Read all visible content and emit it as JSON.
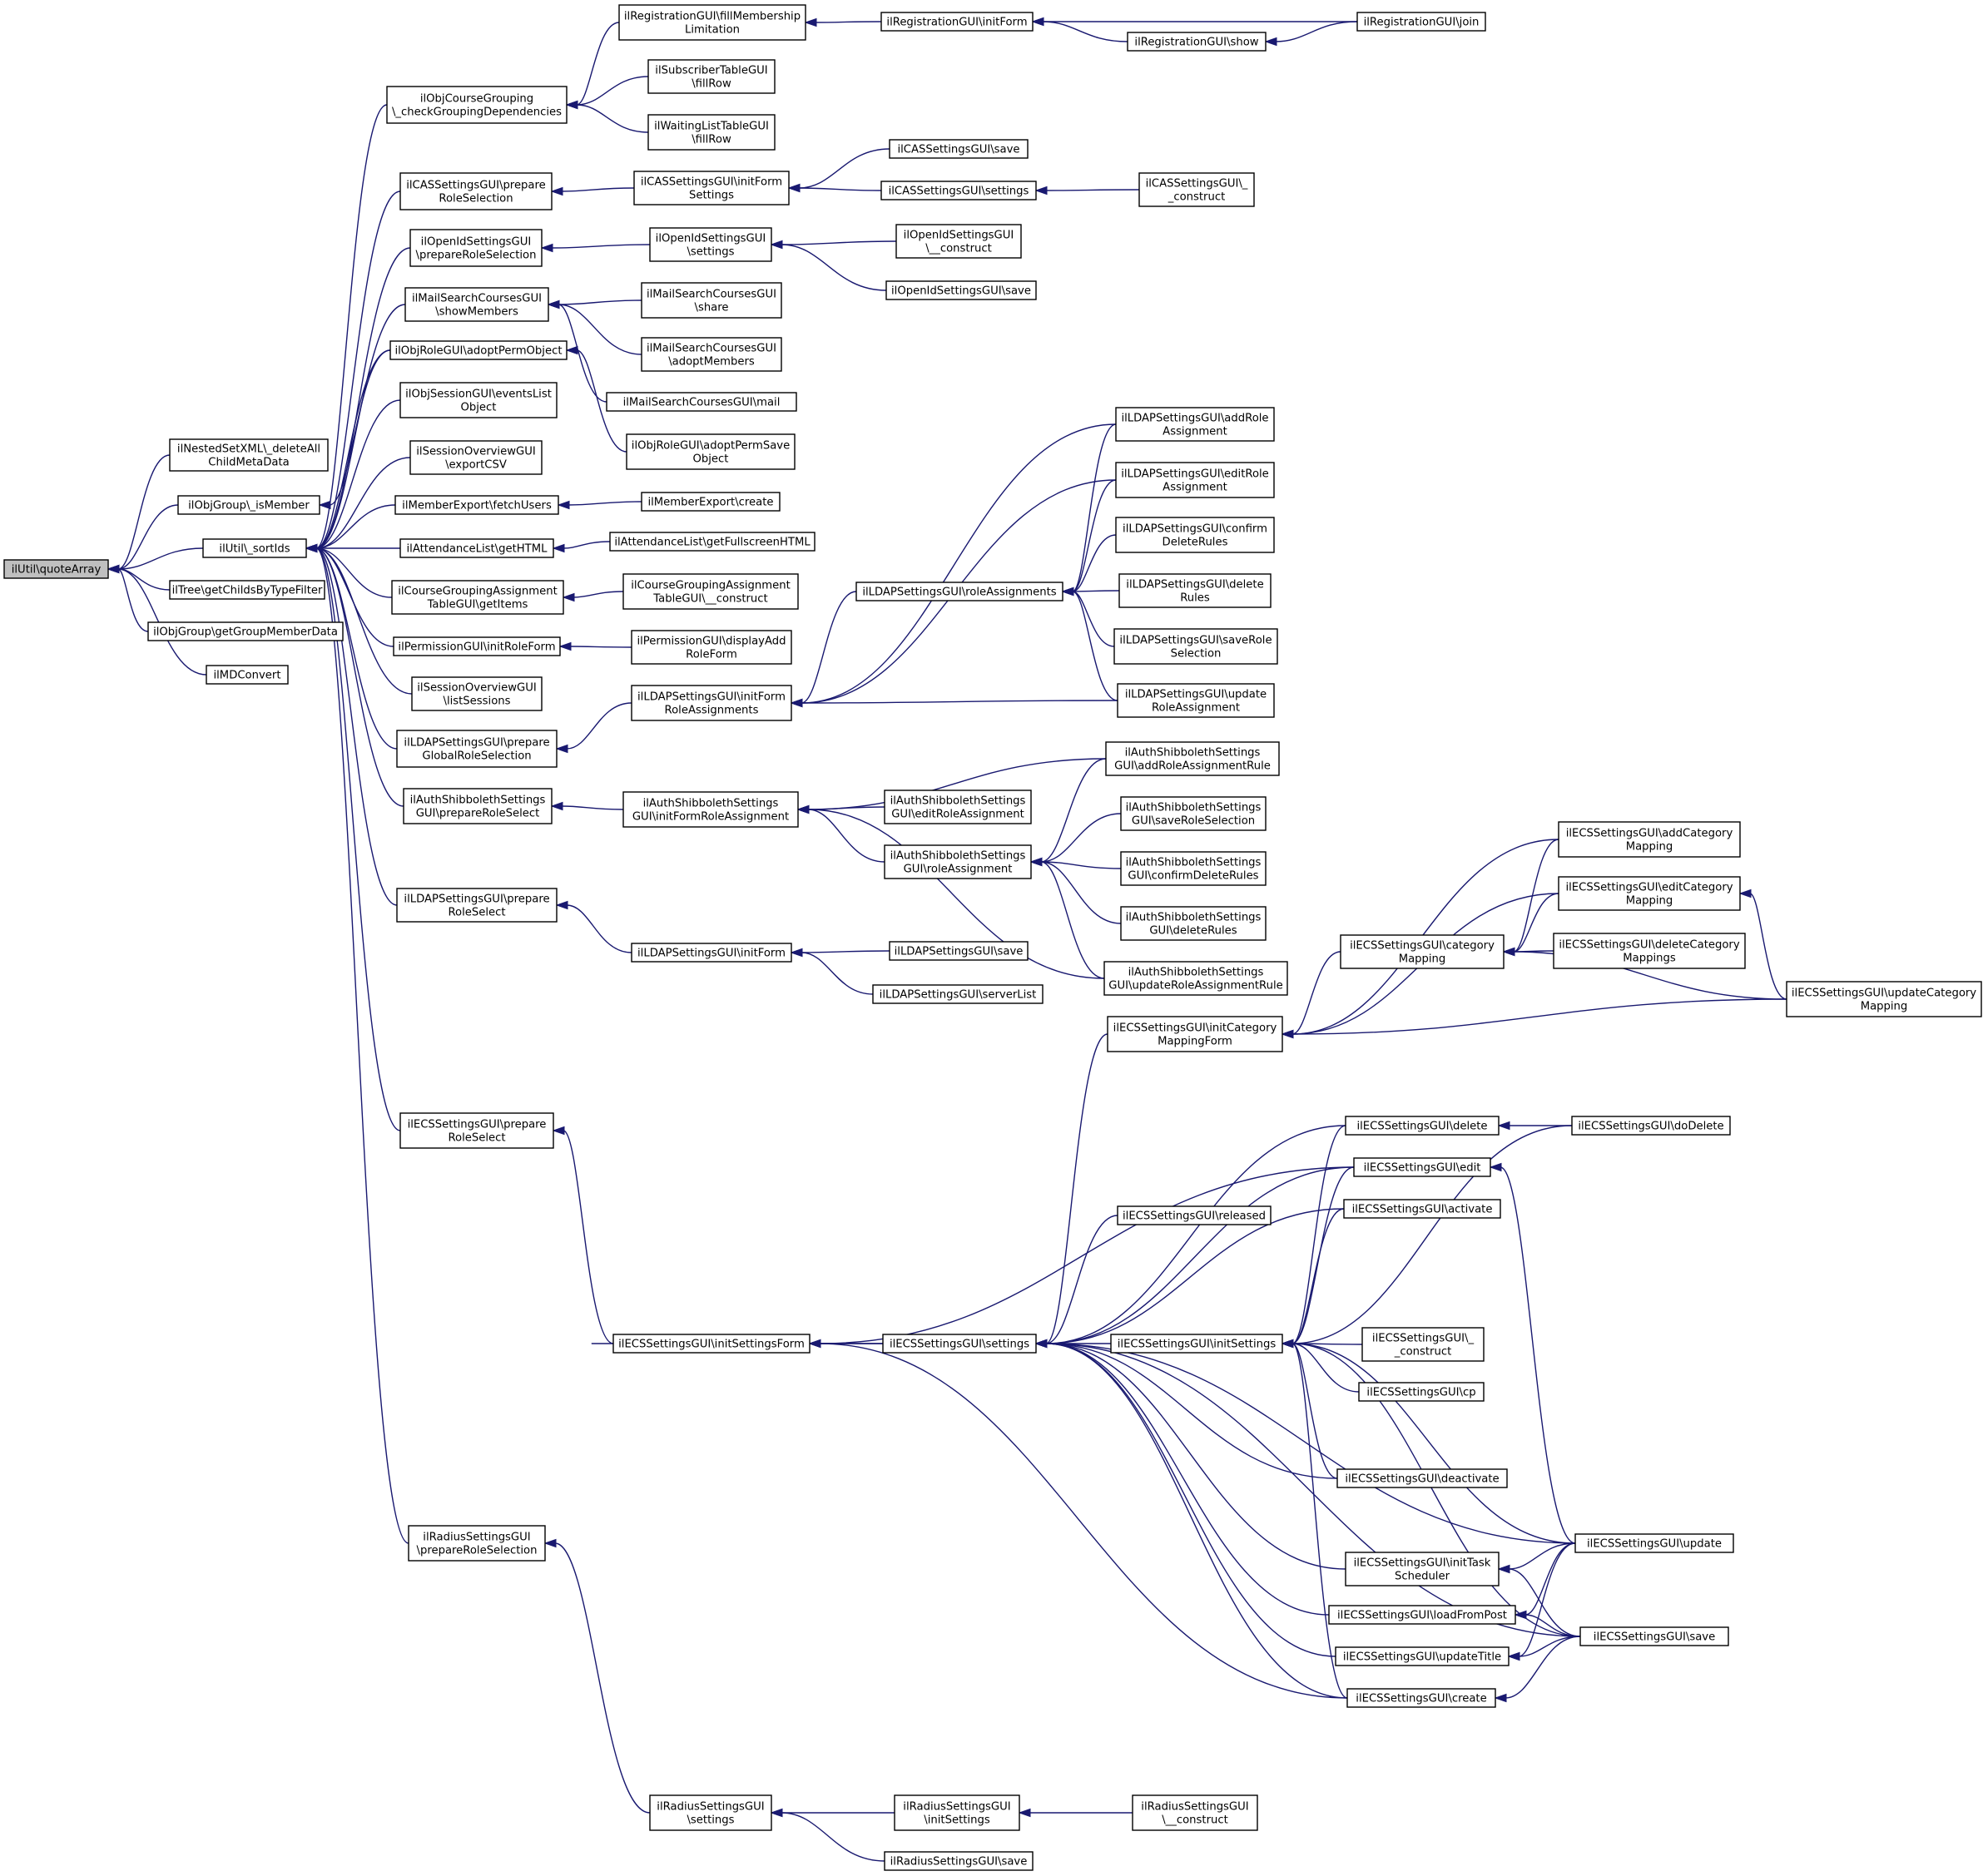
{
  "root": "n0",
  "nodes": {
    "n0": {
      "label": [
        "ilUtil\\quoteArray"
      ],
      "root": true
    },
    "n1": {
      "label": [
        "ilNestedSetXML\\_deleteAll",
        "ChildMetaData"
      ]
    },
    "n2": {
      "label": [
        "ilObjGroup\\_isMember"
      ]
    },
    "n3": {
      "label": [
        "ilUtil\\_sortIds"
      ]
    },
    "n4": {
      "label": [
        "ilTree\\getChildsByTypeFilter"
      ]
    },
    "n5": {
      "label": [
        "ilObjGroup\\getGroupMemberData"
      ]
    },
    "n6": {
      "label": [
        "ilMDConvert"
      ]
    },
    "n7": {
      "label": [
        "ilObjCourseGrouping",
        "\\_checkGroupingDependencies"
      ]
    },
    "n8": {
      "label": [
        "ilCASSettingsGUI\\prepare",
        "RoleSelection"
      ]
    },
    "n9": {
      "label": [
        "ilOpenIdSettingsGUI",
        "\\prepareRoleSelection"
      ]
    },
    "n10": {
      "label": [
        "ilMailSearchCoursesGUI",
        "\\showMembers"
      ]
    },
    "n11": {
      "label": [
        "ilObjRoleGUI\\adoptPermObject"
      ]
    },
    "n12": {
      "label": [
        "ilObjSessionGUI\\eventsList",
        "Object"
      ]
    },
    "n13": {
      "label": [
        "ilSessionOverviewGUI",
        "\\exportCSV"
      ]
    },
    "n14": {
      "label": [
        "ilMemberExport\\fetchUsers"
      ]
    },
    "n15": {
      "label": [
        "ilAttendanceList\\getHTML"
      ]
    },
    "n16": {
      "label": [
        "ilCourseGroupingAssignment",
        "TableGUI\\getItems"
      ]
    },
    "n17": {
      "label": [
        "ilPermissionGUI\\initRoleForm"
      ]
    },
    "n18": {
      "label": [
        "ilSessionOverviewGUI",
        "\\listSessions"
      ]
    },
    "n19": {
      "label": [
        "ilLDAPSettingsGUI\\prepare",
        "GlobalRoleSelection"
      ]
    },
    "n20": {
      "label": [
        "ilAuthShibbolethSettings",
        "GUI\\prepareRoleSelect"
      ]
    },
    "n21": {
      "label": [
        "ilLDAPSettingsGUI\\prepare",
        "RoleSelect"
      ]
    },
    "n22": {
      "label": [
        "ilECSSettingsGUI\\prepare",
        "RoleSelect"
      ]
    },
    "n23": {
      "label": [
        "ilRadiusSettingsGUI",
        "\\prepareRoleSelection"
      ]
    },
    "n24": {
      "label": [
        "ilRegistrationGUI\\fillMembership",
        "Limitation"
      ]
    },
    "n25": {
      "label": [
        "ilSubscriberTableGUI",
        "\\fillRow"
      ]
    },
    "n26": {
      "label": [
        "ilWaitingListTableGUI",
        "\\fillRow"
      ]
    },
    "n27": {
      "label": [
        "ilRegistrationGUI\\initForm"
      ]
    },
    "n28": {
      "label": [
        "ilRegistrationGUI\\show"
      ]
    },
    "n29": {
      "label": [
        "ilRegistrationGUI\\join"
      ]
    },
    "n30": {
      "label": [
        "ilCASSettingsGUI\\initForm",
        "Settings"
      ]
    },
    "n31": {
      "label": [
        "ilCASSettingsGUI\\save"
      ]
    },
    "n32": {
      "label": [
        "ilCASSettingsGUI\\settings"
      ]
    },
    "n33": {
      "label": [
        "ilCASSettingsGUI\\_",
        "_construct"
      ]
    },
    "n34": {
      "label": [
        "ilOpenIdSettingsGUI",
        "\\settings"
      ]
    },
    "n35": {
      "label": [
        "ilOpenIdSettingsGUI",
        "\\__construct"
      ]
    },
    "n36": {
      "label": [
        "ilOpenIdSettingsGUI\\save"
      ]
    },
    "n37": {
      "label": [
        "ilMailSearchCoursesGUI",
        "\\share"
      ]
    },
    "n38": {
      "label": [
        "ilMailSearchCoursesGUI",
        "\\adoptMembers"
      ]
    },
    "n39": {
      "label": [
        "ilMailSearchCoursesGUI\\mail"
      ]
    },
    "n40": {
      "label": [
        "ilObjRoleGUI\\adoptPermSave",
        "Object"
      ]
    },
    "n41": {
      "label": [
        "ilMemberExport\\create"
      ]
    },
    "n42": {
      "label": [
        "ilAttendanceList\\getFullscreenHTML"
      ]
    },
    "n43": {
      "label": [
        "ilCourseGroupingAssignment",
        "TableGUI\\__construct"
      ]
    },
    "n44": {
      "label": [
        "ilPermissionGUI\\displayAdd",
        "RoleForm"
      ]
    },
    "n45": {
      "label": [
        "ilLDAPSettingsGUI\\initForm",
        "RoleAssignments"
      ]
    },
    "n46": {
      "label": [
        "ilLDAPSettingsGUI\\roleAssignments"
      ]
    },
    "n47": {
      "label": [
        "ilLDAPSettingsGUI\\addRole",
        "Assignment"
      ]
    },
    "n48": {
      "label": [
        "ilLDAPSettingsGUI\\editRole",
        "Assignment"
      ]
    },
    "n49": {
      "label": [
        "ilLDAPSettingsGUI\\confirm",
        "DeleteRules"
      ]
    },
    "n50": {
      "label": [
        "ilLDAPSettingsGUI\\delete",
        "Rules"
      ]
    },
    "n51": {
      "label": [
        "ilLDAPSettingsGUI\\saveRole",
        "Selection"
      ]
    },
    "n52": {
      "label": [
        "ilLDAPSettingsGUI\\update",
        "RoleAssignment"
      ]
    },
    "n53": {
      "label": [
        "ilAuthShibbolethSettings",
        "GUI\\initFormRoleAssignment"
      ]
    },
    "n54": {
      "label": [
        "ilAuthShibbolethSettings",
        "GUI\\editRoleAssignment"
      ]
    },
    "n55": {
      "label": [
        "ilAuthShibbolethSettings",
        "GUI\\roleAssignment"
      ]
    },
    "n56": {
      "label": [
        "ilAuthShibbolethSettings",
        "GUI\\addRoleAssignmentRule"
      ]
    },
    "n57": {
      "label": [
        "ilAuthShibbolethSettings",
        "GUI\\saveRoleSelection"
      ]
    },
    "n58": {
      "label": [
        "ilAuthShibbolethSettings",
        "GUI\\confirmDeleteRules"
      ]
    },
    "n59": {
      "label": [
        "ilAuthShibbolethSettings",
        "GUI\\deleteRules"
      ]
    },
    "n60": {
      "label": [
        "ilAuthShibbolethSettings",
        "GUI\\updateRoleAssignmentRule"
      ]
    },
    "n61": {
      "label": [
        "ilLDAPSettingsGUI\\initForm"
      ]
    },
    "n62": {
      "label": [
        "ilLDAPSettingsGUI\\save"
      ]
    },
    "n63": {
      "label": [
        "ilLDAPSettingsGUI\\serverList"
      ]
    },
    "n64": {
      "label": [
        "ilECSSettingsGUI\\initCategory",
        "MappingForm"
      ]
    },
    "n65": {
      "label": [
        "ilECSSettingsGUI\\category",
        "Mapping"
      ]
    },
    "n66": {
      "label": [
        "ilECSSettingsGUI\\addCategory",
        "Mapping"
      ]
    },
    "n67": {
      "label": [
        "ilECSSettingsGUI\\editCategory",
        "Mapping"
      ]
    },
    "n68": {
      "label": [
        "ilECSSettingsGUI\\deleteCategory",
        "Mappings"
      ]
    },
    "n69": {
      "label": [
        "ilECSSettingsGUI\\updateCategory",
        "Mapping"
      ]
    },
    "n70": {
      "label": [
        "ilECSSettingsGUI\\initSettingsForm"
      ]
    },
    "n71": {
      "label": [
        "ilECSSettingsGUI\\settings"
      ]
    },
    "n72": {
      "label": [
        "ilECSSettingsGUI\\initSettings"
      ]
    },
    "n73": {
      "label": [
        "ilECSSettingsGUI\\delete"
      ]
    },
    "n74": {
      "label": [
        "ilECSSettingsGUI\\doDelete"
      ]
    },
    "n75": {
      "label": [
        "ilECSSettingsGUI\\edit"
      ]
    },
    "n76": {
      "label": [
        "ilECSSettingsGUI\\released"
      ]
    },
    "n77": {
      "label": [
        "ilECSSettingsGUI\\activate"
      ]
    },
    "n78": {
      "label": [
        "ilECSSettingsGUI\\_",
        "_construct"
      ]
    },
    "n79": {
      "label": [
        "ilECSSettingsGUI\\cp"
      ]
    },
    "n80": {
      "label": [
        "ilECSSettingsGUI\\deactivate"
      ]
    },
    "n81": {
      "label": [
        "ilECSSettingsGUI\\initTask",
        "Scheduler"
      ]
    },
    "n82": {
      "label": [
        "ilECSSettingsGUI\\loadFromPost"
      ]
    },
    "n83": {
      "label": [
        "ilECSSettingsGUI\\updateTitle"
      ]
    },
    "n84": {
      "label": [
        "ilECSSettingsGUI\\create"
      ]
    },
    "n85": {
      "label": [
        "ilECSSettingsGUI\\update"
      ]
    },
    "n86": {
      "label": [
        "ilECSSettingsGUI\\save"
      ]
    },
    "n87": {
      "label": [
        "ilRadiusSettingsGUI",
        "\\settings"
      ]
    },
    "n88": {
      "label": [
        "ilRadiusSettingsGUI",
        "\\initSettings"
      ]
    },
    "n89": {
      "label": [
        "ilRadiusSettingsGUI",
        "\\__construct"
      ]
    },
    "n90": {
      "label": [
        "ilRadiusSettingsGUI\\save"
      ]
    }
  },
  "edges": [
    [
      "n1",
      "n0"
    ],
    [
      "n2",
      "n0"
    ],
    [
      "n3",
      "n0"
    ],
    [
      "n4",
      "n0"
    ],
    [
      "n5",
      "n0"
    ],
    [
      "n6",
      "n0"
    ],
    [
      "n11",
      "n2"
    ],
    [
      "n7",
      "n3"
    ],
    [
      "n8",
      "n3"
    ],
    [
      "n9",
      "n3"
    ],
    [
      "n10",
      "n3"
    ],
    [
      "n11",
      "n3"
    ],
    [
      "n12",
      "n3"
    ],
    [
      "n13",
      "n3"
    ],
    [
      "n14",
      "n3"
    ],
    [
      "n15",
      "n3"
    ],
    [
      "n16",
      "n3"
    ],
    [
      "n17",
      "n3"
    ],
    [
      "n18",
      "n3"
    ],
    [
      "n19",
      "n3"
    ],
    [
      "n20",
      "n3"
    ],
    [
      "n21",
      "n3"
    ],
    [
      "n22",
      "n3"
    ],
    [
      "n23",
      "n3"
    ],
    [
      "n24",
      "n7"
    ],
    [
      "n25",
      "n7"
    ],
    [
      "n26",
      "n7"
    ],
    [
      "n27",
      "n24"
    ],
    [
      "n28",
      "n27"
    ],
    [
      "n29",
      "n27"
    ],
    [
      "n29",
      "n28"
    ],
    [
      "n30",
      "n8"
    ],
    [
      "n31",
      "n30"
    ],
    [
      "n32",
      "n30"
    ],
    [
      "n33",
      "n32"
    ],
    [
      "n34",
      "n9"
    ],
    [
      "n35",
      "n34"
    ],
    [
      "n36",
      "n34"
    ],
    [
      "n37",
      "n10"
    ],
    [
      "n38",
      "n10"
    ],
    [
      "n39",
      "n10"
    ],
    [
      "n40",
      "n11"
    ],
    [
      "n41",
      "n14"
    ],
    [
      "n42",
      "n15"
    ],
    [
      "n43",
      "n16"
    ],
    [
      "n44",
      "n17"
    ],
    [
      "n45",
      "n19"
    ],
    [
      "n46",
      "n45"
    ],
    [
      "n47",
      "n45"
    ],
    [
      "n48",
      "n45"
    ],
    [
      "n52",
      "n45"
    ],
    [
      "n47",
      "n46"
    ],
    [
      "n48",
      "n46"
    ],
    [
      "n49",
      "n46"
    ],
    [
      "n50",
      "n46"
    ],
    [
      "n51",
      "n46"
    ],
    [
      "n52",
      "n46"
    ],
    [
      "n53",
      "n20"
    ],
    [
      "n54",
      "n53"
    ],
    [
      "n55",
      "n53"
    ],
    [
      "n56",
      "n53"
    ],
    [
      "n60",
      "n53"
    ],
    [
      "n56",
      "n55"
    ],
    [
      "n57",
      "n55"
    ],
    [
      "n58",
      "n55"
    ],
    [
      "n59",
      "n55"
    ],
    [
      "n60",
      "n55"
    ],
    [
      "n61",
      "n21"
    ],
    [
      "n62",
      "n61"
    ],
    [
      "n63",
      "n61"
    ],
    [
      "n70",
      "n22"
    ],
    [
      "n71",
      "n70"
    ],
    [
      "n70",
      "n71"
    ],
    [
      "n75",
      "n70"
    ],
    [
      "n84",
      "n70"
    ],
    [
      "n87",
      "n23"
    ],
    [
      "n88",
      "n87"
    ],
    [
      "n90",
      "n87"
    ],
    [
      "n89",
      "n88"
    ],
    [
      "n64",
      "n71"
    ],
    [
      "n72",
      "n71"
    ],
    [
      "n73",
      "n71"
    ],
    [
      "n75",
      "n71"
    ],
    [
      "n76",
      "n71"
    ],
    [
      "n77",
      "n71"
    ],
    [
      "n80",
      "n71"
    ],
    [
      "n81",
      "n71"
    ],
    [
      "n82",
      "n71"
    ],
    [
      "n83",
      "n71"
    ],
    [
      "n84",
      "n71"
    ],
    [
      "n85",
      "n71"
    ],
    [
      "n86",
      "n71"
    ],
    [
      "n73",
      "n72"
    ],
    [
      "n75",
      "n72"
    ],
    [
      "n77",
      "n72"
    ],
    [
      "n78",
      "n72"
    ],
    [
      "n79",
      "n72"
    ],
    [
      "n80",
      "n72"
    ],
    [
      "n74",
      "n72"
    ],
    [
      "n84",
      "n72"
    ],
    [
      "n85",
      "n72"
    ],
    [
      "n86",
      "n72"
    ],
    [
      "n74",
      "n73"
    ],
    [
      "n85",
      "n75"
    ],
    [
      "n85",
      "n81"
    ],
    [
      "n86",
      "n81"
    ],
    [
      "n85",
      "n82"
    ],
    [
      "n86",
      "n82"
    ],
    [
      "n85",
      "n83"
    ],
    [
      "n86",
      "n83"
    ],
    [
      "n86",
      "n84"
    ],
    [
      "n65",
      "n64"
    ],
    [
      "n66",
      "n64"
    ],
    [
      "n67",
      "n64"
    ],
    [
      "n69",
      "n64"
    ],
    [
      "n66",
      "n65"
    ],
    [
      "n67",
      "n65"
    ],
    [
      "n68",
      "n65"
    ],
    [
      "n69",
      "n65"
    ],
    [
      "n69",
      "n67"
    ]
  ]
}
